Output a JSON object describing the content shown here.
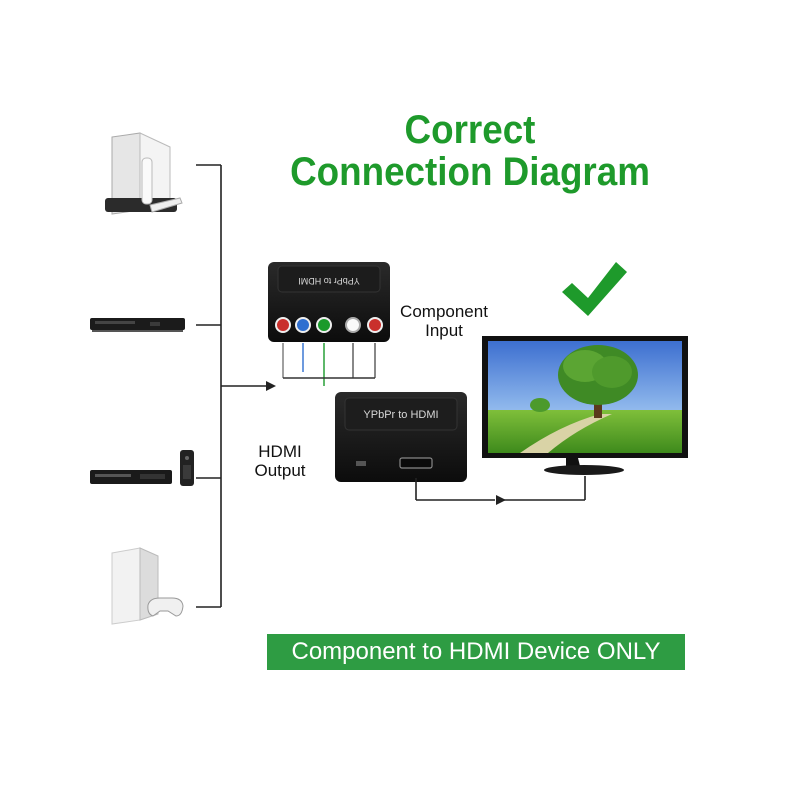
{
  "diagram": {
    "title_line1": "Correct",
    "title_line2": "Connection Diagram",
    "component_label_line1": "Component",
    "component_label_line2": "Input",
    "hdmi_label_line1": "HDMI",
    "hdmi_label_line2": "Output",
    "converter_label": "YPbPr to HDMI",
    "banner": "Component to HDMI Device ONLY",
    "colors": {
      "title_green": "#1e9a2b",
      "banner_green": "#2e9c43",
      "line": "#222222"
    },
    "sources": [
      "wii-console",
      "dvd-player",
      "dvd-player-remote",
      "ps4-console"
    ],
    "output": "tv-monitor"
  }
}
